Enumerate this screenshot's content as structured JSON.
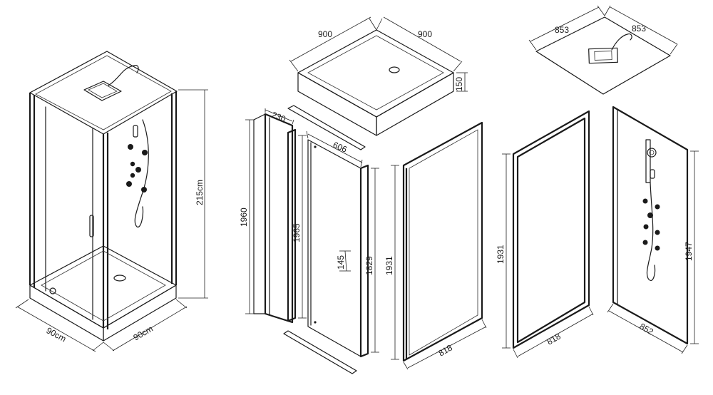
{
  "diagram": {
    "assembled_cabin": {
      "height": "215cm",
      "width_left": "90cm",
      "width_right": "90cm"
    },
    "shower_tray": {
      "side_a": "900",
      "side_b": "900",
      "height": "150"
    },
    "roof": {
      "side_a": "853",
      "side_b": "853"
    },
    "side_profile": {
      "height": "1960",
      "depth": "230"
    },
    "corner_column": {
      "height": "1965"
    },
    "fixed_glass": {
      "width": "606",
      "height": "1829",
      "handle_spacing": "145"
    },
    "sliding_door": {
      "height": "1931",
      "width": "818"
    },
    "door_frame": {
      "height": "1931",
      "width": "818"
    },
    "back_panel": {
      "height": "1947",
      "width": "852"
    }
  }
}
